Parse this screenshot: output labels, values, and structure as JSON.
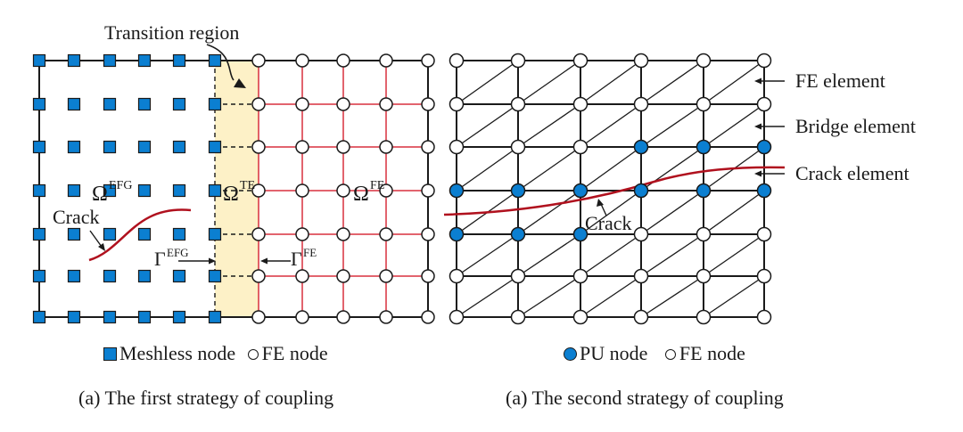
{
  "colors": {
    "meshless_node": "#0b7fd1",
    "pu_node": "#0b7fd1",
    "fe_node_fill": "#ffffff",
    "edge": "#1a1a1a",
    "fe_edge_left": "#d9303e",
    "crack": "#b0111e",
    "transition_fill": "#fdf1c7"
  },
  "left_panel": {
    "title_annotation": "Transition region",
    "labels": {
      "omega_efg": {
        "base": "Ω",
        "sup": "EFG"
      },
      "omega_te": {
        "base": "Ω",
        "sup": "TE"
      },
      "omega_fe": {
        "base": "Ω",
        "sup": "FE"
      },
      "gamma_efg": {
        "base": "Γ",
        "sup": "EFG"
      },
      "gamma_fe": {
        "base": "Γ",
        "sup": "FE"
      },
      "crack": "Crack"
    },
    "grid": {
      "meshless_cols": 6,
      "fe_cols": 5,
      "rows": 7
    },
    "legend": [
      {
        "icon": "blue-square",
        "label": "Meshless node"
      },
      {
        "icon": "hollow-circle",
        "label": "FE node"
      }
    ],
    "caption": "(a)  The first strategy of coupling"
  },
  "right_panel": {
    "annotations": [
      "FE element",
      "Bridge element",
      "Crack element"
    ],
    "crack_label": "Crack",
    "grid": {
      "cols": 6,
      "rows": 7
    },
    "pu_nodes": [
      [
        3,
        2
      ],
      [
        4,
        2
      ],
      [
        5,
        2
      ],
      [
        0,
        3
      ],
      [
        1,
        3
      ],
      [
        2,
        3
      ],
      [
        3,
        3
      ],
      [
        4,
        3
      ],
      [
        5,
        3
      ],
      [
        0,
        4
      ],
      [
        1,
        4
      ],
      [
        2,
        4
      ]
    ],
    "legend": [
      {
        "icon": "blue-circle",
        "label": "PU node"
      },
      {
        "icon": "hollow-circle",
        "label": "FE node"
      }
    ],
    "caption": "(a)  The second strategy of coupling"
  }
}
